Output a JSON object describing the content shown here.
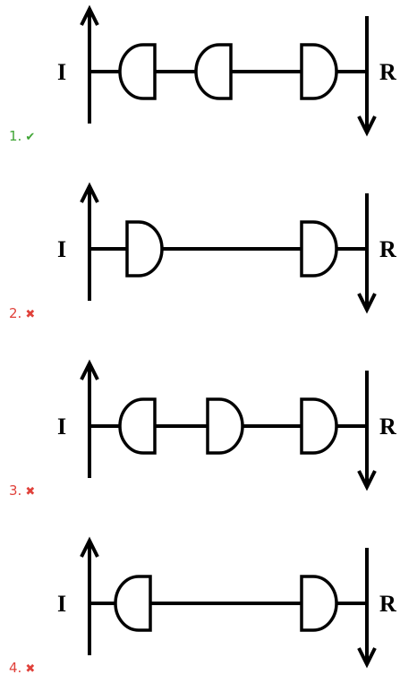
{
  "options": [
    {
      "number": "1.",
      "status": "correct",
      "mark_icon": "check-icon",
      "left_label": "I",
      "right_label": "R",
      "elements": [
        "flat-left",
        "flat-left",
        "flat-right"
      ]
    },
    {
      "number": "2.",
      "status": "wrong",
      "mark_icon": "cross-icon",
      "left_label": "I",
      "right_label": "R",
      "elements": [
        "flat-right",
        "flat-right"
      ]
    },
    {
      "number": "3.",
      "status": "wrong",
      "mark_icon": "cross-icon",
      "left_label": "I",
      "right_label": "R",
      "elements": [
        "flat-left",
        "flat-right",
        "flat-right"
      ]
    },
    {
      "number": "4.",
      "status": "wrong",
      "mark_icon": "cross-icon",
      "left_label": "I",
      "right_label": "R",
      "elements": [
        "flat-left",
        "flat-right"
      ]
    }
  ],
  "colors": {
    "correct": "#3fa535",
    "wrong": "#e0413a",
    "line": "#000000"
  }
}
